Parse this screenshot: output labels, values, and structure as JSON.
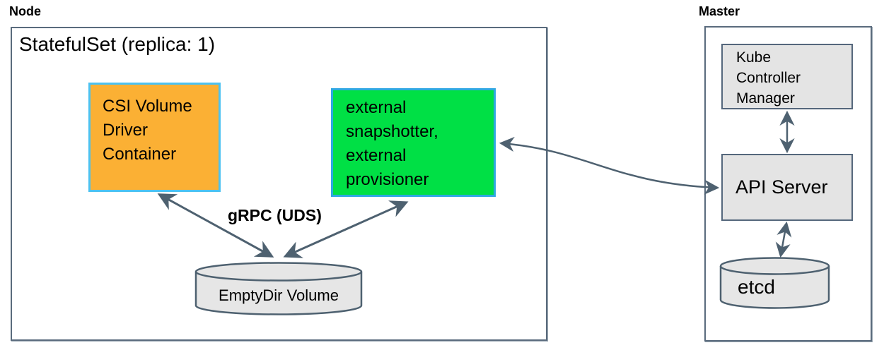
{
  "node": {
    "label": "Node",
    "statefulset_title": "StatefulSet (replica: 1)",
    "csi_box": {
      "lines": [
        "CSI Volume",
        "Driver",
        "Container"
      ],
      "fill": "#FBB034",
      "border": "#4CC2F1"
    },
    "sidecar_box": {
      "lines": [
        "external",
        "snapshotter,",
        "external",
        "provisioner"
      ],
      "fill": "#00E045",
      "border": "#2FA8E1"
    },
    "grpc_label": "gRPC (UDS)",
    "emptydir_label": "EmptyDir Volume"
  },
  "master": {
    "label": "Master",
    "kcm_box": {
      "lines": [
        "Kube",
        "Controller",
        "Manager"
      ]
    },
    "api_server_label": "API Server",
    "etcd_label": "etcd"
  },
  "colors": {
    "arrow": "#4E6170",
    "outer_border": "#5A6B7D",
    "gray_fill": "#E4E4E4",
    "cylinder_fill": "#E6E6E6"
  }
}
